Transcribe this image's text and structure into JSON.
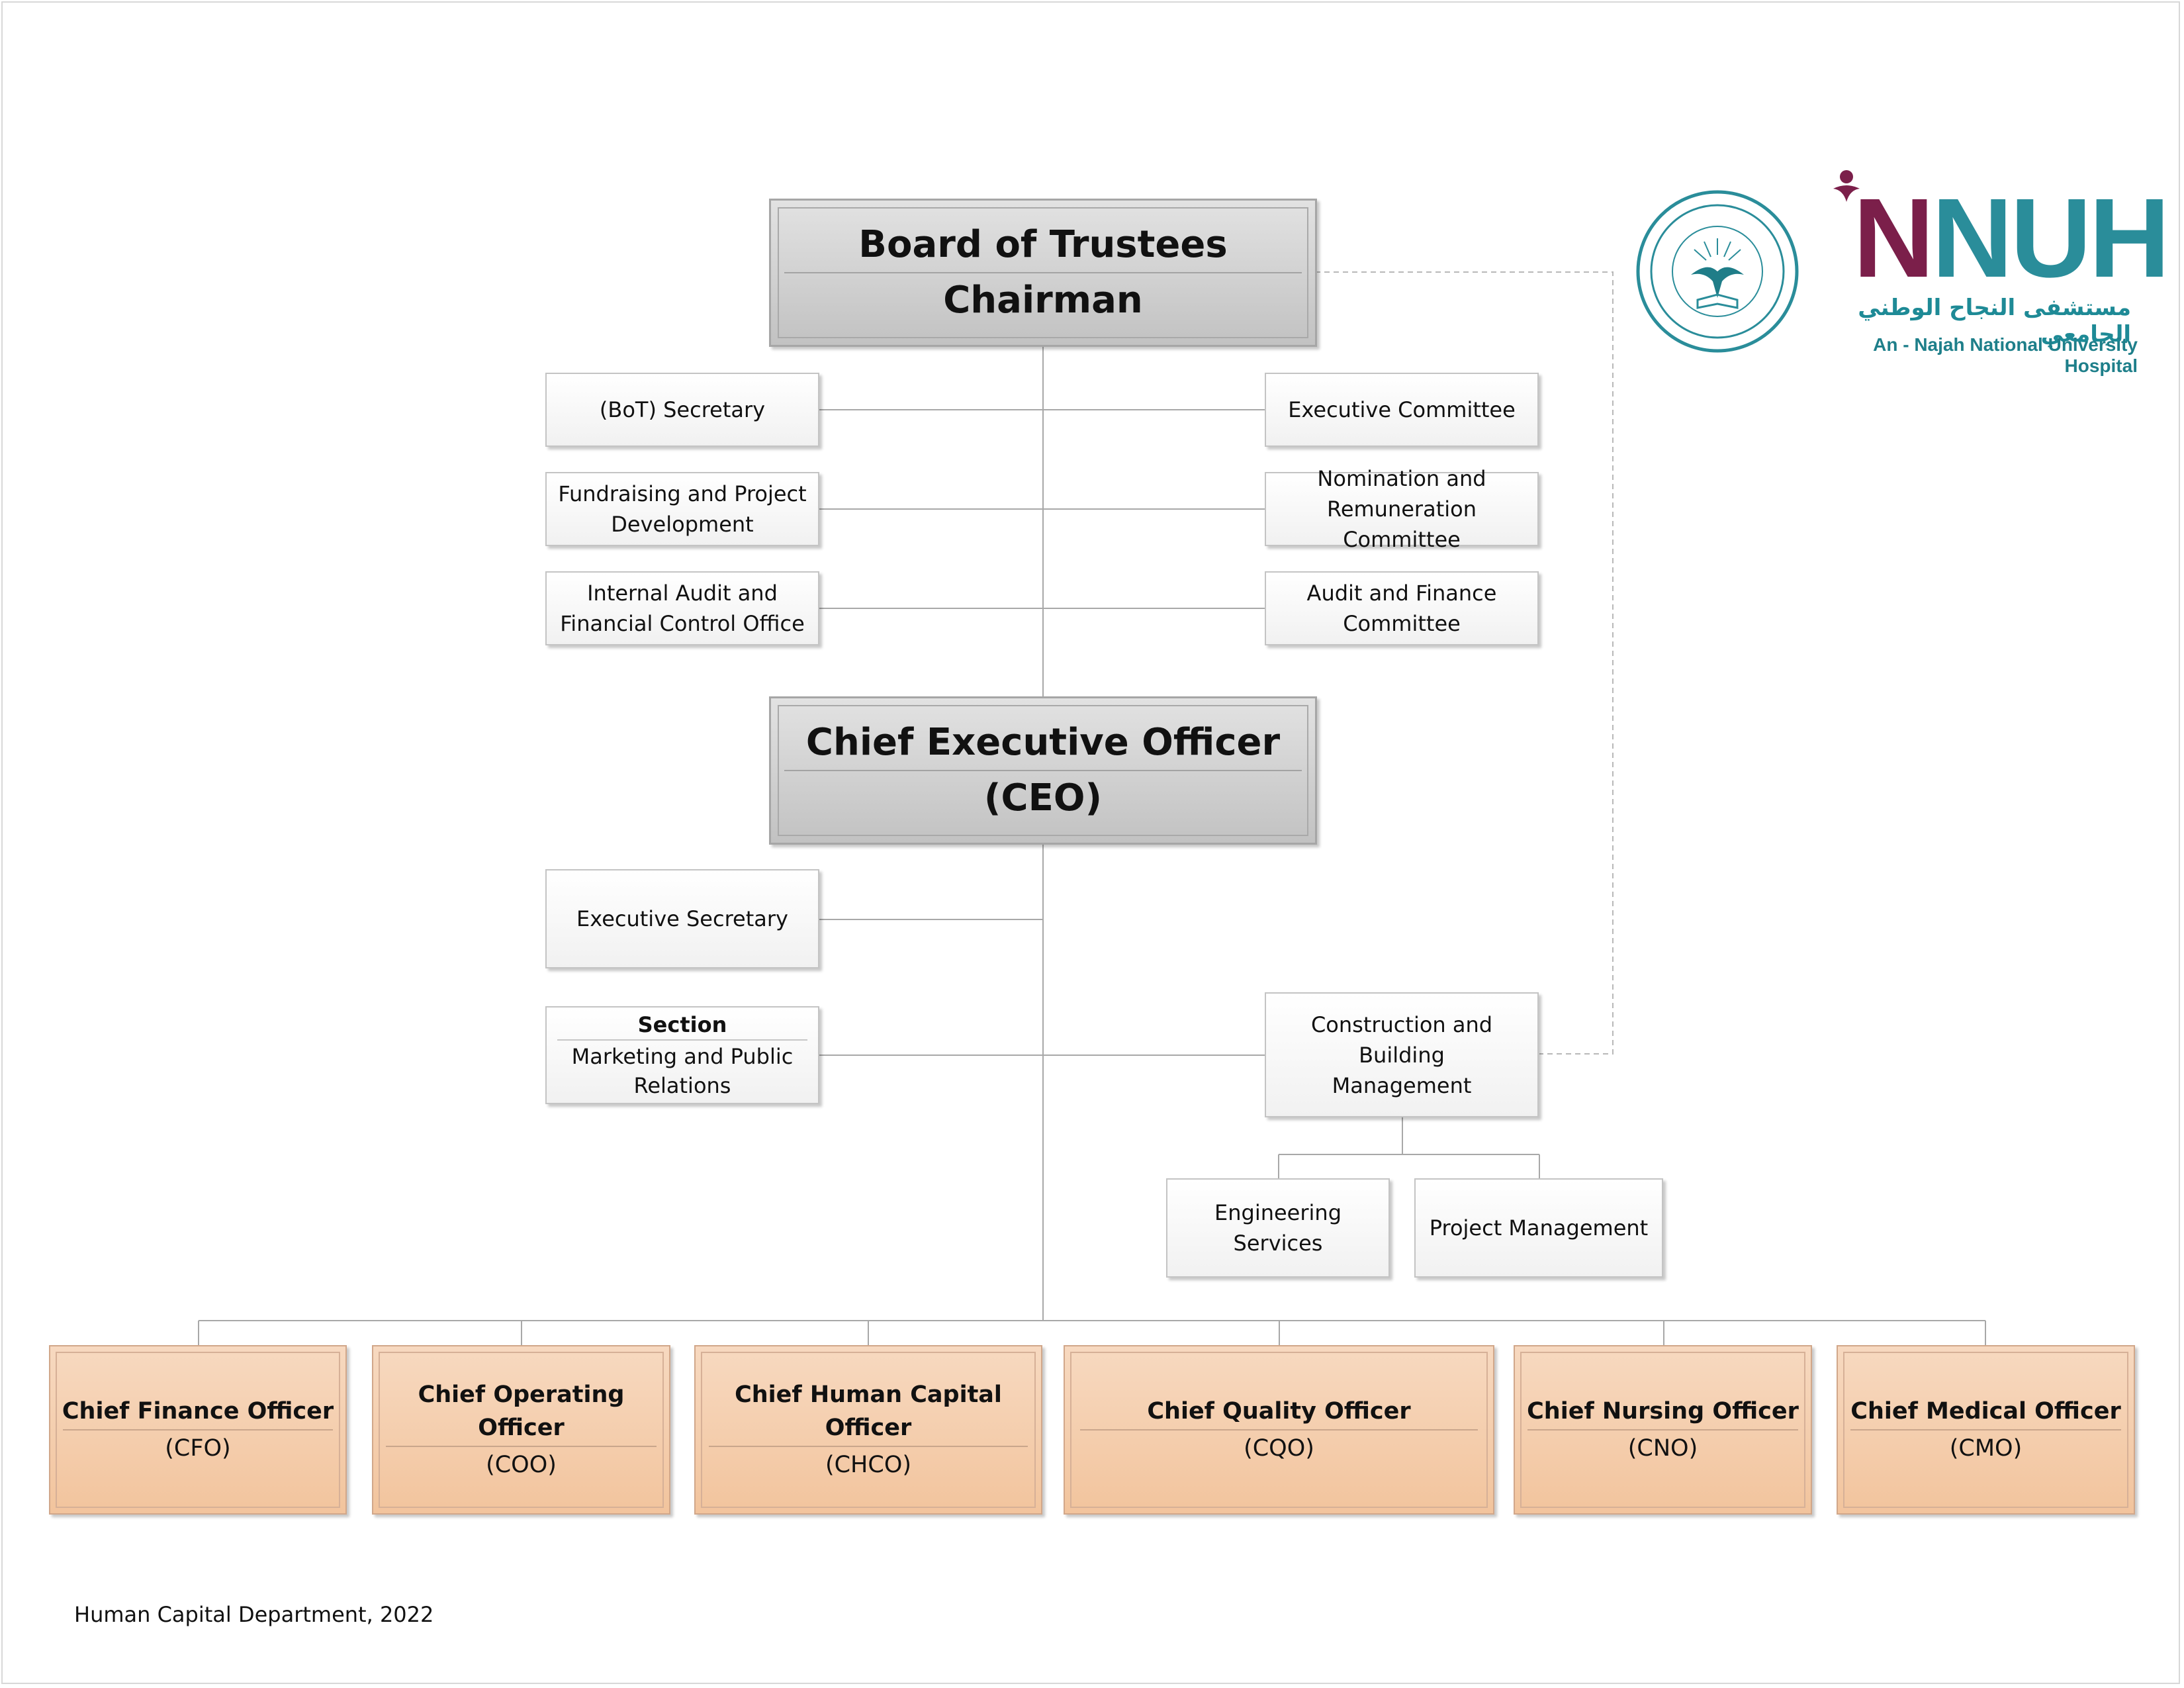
{
  "board": {
    "line1": "Board of Trustees",
    "line2": "Chairman"
  },
  "ceo": {
    "line1": "Chief Executive Officer",
    "line2": "(CEO)"
  },
  "board_left": [
    {
      "lines": [
        "(BoT) Secretary"
      ]
    },
    {
      "lines": [
        "Fundraising and Project",
        "Development"
      ]
    },
    {
      "lines": [
        "Internal Audit and",
        "Financial Control Office"
      ]
    }
  ],
  "board_right": [
    {
      "lines": [
        "Executive Committee"
      ]
    },
    {
      "lines": [
        "Nomination and",
        "Remuneration Committee"
      ]
    },
    {
      "lines": [
        "Audit and Finance",
        "Committee"
      ]
    }
  ],
  "executive_secretary": "Executive Secretary",
  "marketing": {
    "title": "Section",
    "line1": "Marketing and Public",
    "line2": "Relations"
  },
  "construction": {
    "line1": "Construction and Building",
    "line2": "Management"
  },
  "engineering_services": "Engineering Services",
  "project_management": "Project Management",
  "officers": [
    {
      "title": "Chief Finance Officer",
      "abbr": "(CFO)"
    },
    {
      "title": "Chief Operating Officer",
      "abbr": "(COO)"
    },
    {
      "title": "Chief Human Capital Officer",
      "abbr": "(CHCO)"
    },
    {
      "title": "Chief Quality Officer",
      "abbr": "(CQO)"
    },
    {
      "title": "Chief Nursing Officer",
      "abbr": "(CNO)"
    },
    {
      "title": "Chief Medical Officer",
      "abbr": "(CMO)"
    }
  ],
  "logo": {
    "acronym_n1": "N",
    "acronym_rest": "NUH",
    "arabic": "مستشفى النجاح الوطني الجامعي",
    "english": "An - Najah National University Hospital",
    "colors": {
      "maroon": "#7b1f4a",
      "teal": "#2a8d9a"
    }
  },
  "footer": "Human Capital Department, 2022"
}
